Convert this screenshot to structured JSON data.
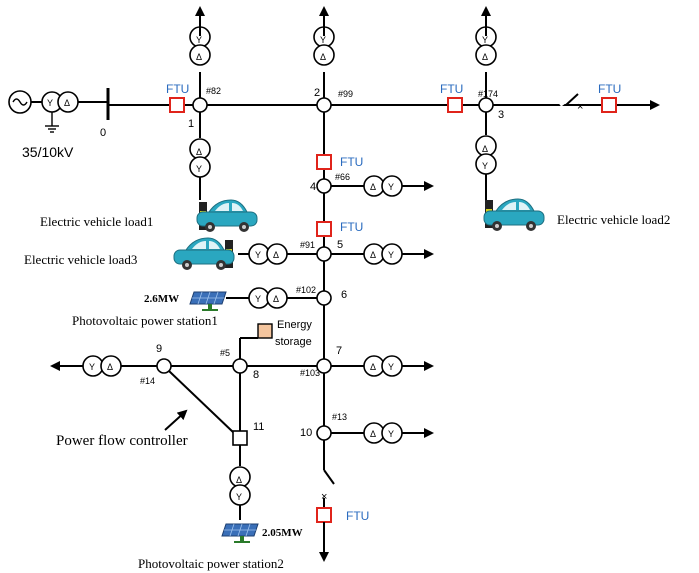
{
  "source": {
    "voltage_label": "35/10kV"
  },
  "nodes": {
    "n0": "0",
    "n1": "1",
    "n2": "2",
    "n3": "3",
    "n4": "4",
    "n5": "5",
    "n6": "6",
    "n7": "7",
    "n8": "8",
    "n9": "9",
    "n10": "10",
    "n11": "11"
  },
  "tags": {
    "t82": "#82",
    "t99": "#99",
    "t174": "#174",
    "t66": "#66",
    "t91": "#91",
    "t102": "#102",
    "t5": "#5",
    "t14": "#14",
    "t103": "#103",
    "t13": "#13"
  },
  "ftu_label": "FTU",
  "ftu_labels": {
    "f1": "FTU",
    "f2": "FTU",
    "f3": "FTU",
    "f4": "FTU",
    "f5": "FTU",
    "f6": "FTU"
  },
  "loads": {
    "ev1": "Electric vehicle load1",
    "ev2": "Electric vehicle load2",
    "ev3": "Electric vehicle load3"
  },
  "pv": {
    "pv1_label": "Photovoltaic power station1",
    "pv1_power": "2.6MW",
    "pv2_label": "Photovoltaic power station2",
    "pv2_power": "2.05MW"
  },
  "storage": {
    "line1": "Energy",
    "line2": "storage"
  },
  "controller": {
    "label": "Power flow controller"
  },
  "colors": {
    "ftu_border": "#e0241b",
    "ftu_text": "#2a6bbf",
    "storage_fill": "#f4c59e",
    "car_body": "#2aa7c0",
    "panel": "#3a6fb8"
  }
}
